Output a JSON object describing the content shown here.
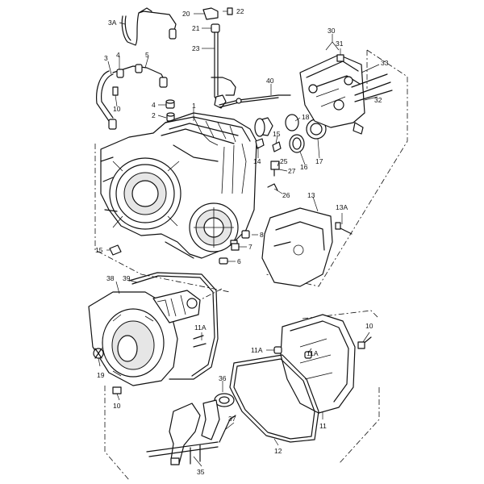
{
  "diagram": {
    "labels": {
      "l_3A": "3A",
      "l_20": "20",
      "l_22": "22",
      "l_21": "21",
      "l_23": "23",
      "l_3": "3",
      "l_4a": "4",
      "l_5": "5",
      "l_10a": "10",
      "l_4b": "4",
      "l_2": "2",
      "l_1": "1",
      "l_40": "40",
      "l_30": "30",
      "l_31": "31",
      "l_33": "33",
      "l_32": "32",
      "l_18": "18",
      "l_15a": "15",
      "l_14": "14",
      "l_25": "25",
      "l_27": "27",
      "l_16": "16",
      "l_17": "17",
      "l_26": "26",
      "l_13": "13",
      "l_13A": "13A",
      "l_8": "8",
      "l_7": "7",
      "l_6": "6",
      "l_15b": "15",
      "l_38": "38",
      "l_39": "39",
      "l_11Aa": "11A",
      "l_19": "19",
      "l_10b": "10",
      "l_10c": "10",
      "l_11Ab": "11A",
      "l_11Ac": "11A",
      "l_11": "11",
      "l_36": "36",
      "l_37": "37",
      "l_35": "35",
      "l_12": "12"
    }
  }
}
